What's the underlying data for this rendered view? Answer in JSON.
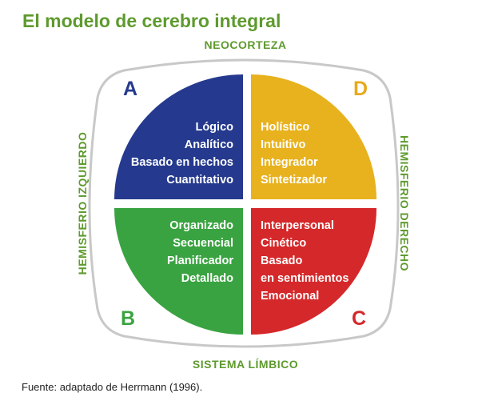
{
  "title": "El modelo de cerebro integral",
  "axes": {
    "top": "NEOCORTEZA",
    "bottom": "SISTEMA LÍMBICO",
    "left": "HEMISFERIO IZQUIERDO",
    "right": "HEMISFERIO DERECHO"
  },
  "quadrants": [
    {
      "id": "A",
      "letter": "A",
      "color": "#253a8e",
      "letter_color": "#253a8e",
      "items": [
        "Lógico",
        "Analítico",
        "Basado en hechos",
        "Cuantitativo"
      ]
    },
    {
      "id": "D",
      "letter": "D",
      "color": "#e8b21e",
      "letter_color": "#e8a91a",
      "items": [
        "Holístico",
        "Intuitivo",
        "Integrador",
        "Sintetizador"
      ]
    },
    {
      "id": "B",
      "letter": "B",
      "color": "#3aa341",
      "letter_color": "#3aa341",
      "items": [
        "Organizado",
        "Secuencial",
        "Planificador",
        "Detallado"
      ]
    },
    {
      "id": "C",
      "letter": "C",
      "color": "#d5282a",
      "letter_color": "#d5282a",
      "items": [
        "Interpersonal",
        "Cinético",
        "Basado",
        "en sentimientos",
        "Emocional"
      ]
    }
  ],
  "source": "Fuente: adaptado de Herrmann (1996).",
  "colors": {
    "accent_green": "#5e9a2e",
    "frame": "#c8c8c8"
  }
}
